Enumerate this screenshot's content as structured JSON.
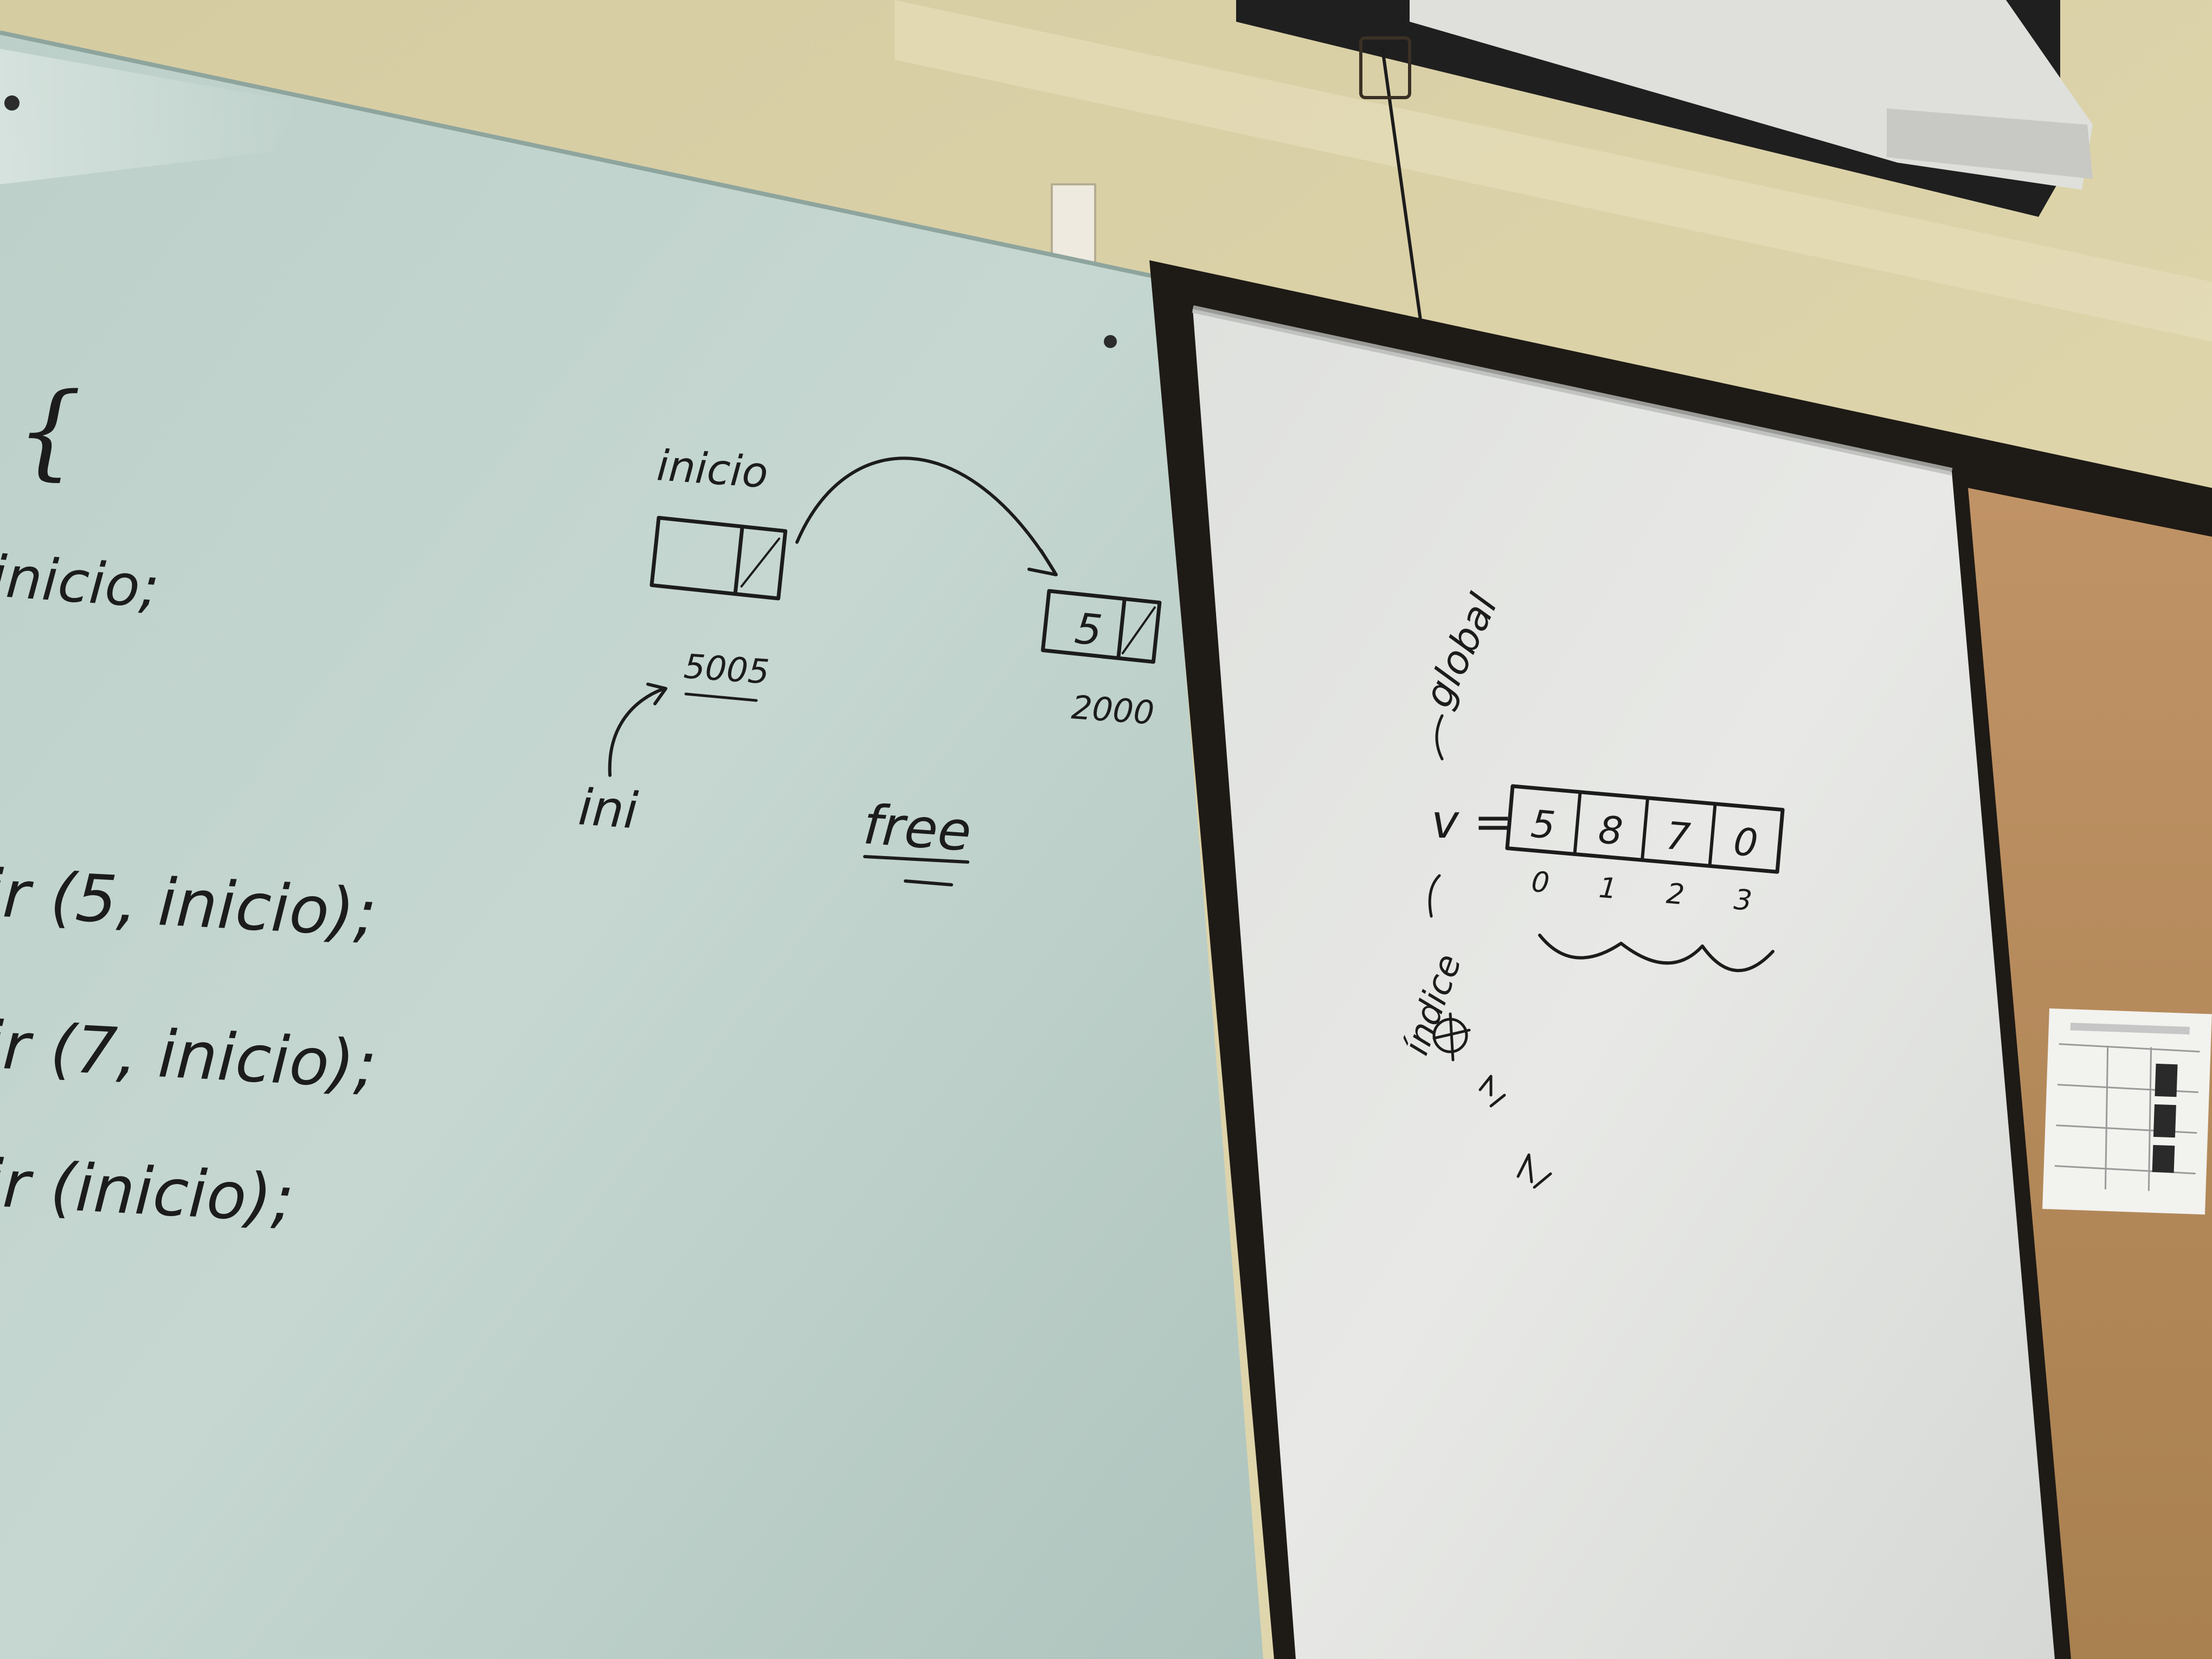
{
  "left_board": {
    "code_lines": [
      "{",
      "inicio;",
      "ir (5, inicio);",
      "ir  (7, inicio);",
      "ir  (inicio);"
    ],
    "diagram": {
      "head_label": "inicio",
      "head_address": "5005",
      "pointer_label": "ini",
      "node_value": "5",
      "node_address": "2000",
      "free_label": "free"
    }
  },
  "right_board": {
    "array_label": "v =",
    "array_values": [
      "5",
      "8",
      "7",
      "0"
    ],
    "array_indices": [
      "0",
      "1",
      "2",
      "3"
    ],
    "global_label": "global",
    "indice_label": "índice"
  },
  "colors": {
    "wall": "#d8cca0",
    "glass_board": "#c3d4cd",
    "whiteboard": "#e4e6e3",
    "frame": "#1e1a16",
    "corkboard": "#b88b58",
    "ink": "#1c1c1c"
  }
}
